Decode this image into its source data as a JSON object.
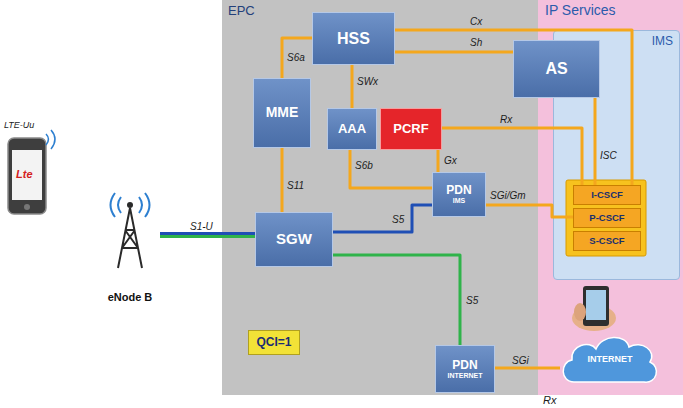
{
  "diagram": {
    "nodes": [
      {
        "text": [
          "EPC"
        ]
      },
      {
        "text": [
          "IP Services"
        ]
      },
      {
        "text": [
          "IMS"
        ],
        "in": 1
      },
      {
        "text": [
          "HSS"
        ],
        "in": 0
      },
      {
        "text": [
          "AS"
        ]
      },
      {
        "text": [
          "MME"
        ],
        "in": 0
      },
      {
        "text": [
          "AAA"
        ],
        "in": 0
      },
      {
        "text": [
          "PCRF"
        ],
        "in": 0
      },
      {
        "text": [
          "PDN",
          "IMS"
        ],
        "in": 0
      },
      {
        "text": [
          "I-CSCF"
        ],
        "in": 2
      },
      {
        "text": [
          "P-CSCF"
        ],
        "in": 2
      },
      {
        "text": [
          "S-CSCF"
        ],
        "in": 2
      },
      {
        "text": [
          "eNode B"
        ]
      },
      {
        "text": [
          "SGW"
        ],
        "in": 0
      },
      {
        "text": [
          "QCI=1"
        ],
        "in": 0
      },
      {
        "text": [
          "PDN",
          "INTERNET"
        ],
        "in": 0
      },
      {
        "text": [
          "INTERNET"
        ],
        "in": 1
      }
    ],
    "edges": [
      {
        "from": 5,
        "to": 3,
        "label": "S6a",
        "arrow": "none"
      },
      {
        "from": 3,
        "to": 9,
        "label": "Cx",
        "arrow": "none"
      },
      {
        "from": 3,
        "to": 4,
        "label": "Sh",
        "arrow": "none"
      },
      {
        "from": 3,
        "to": 6,
        "label": "SWx",
        "arrow": "none"
      },
      {
        "from": 6,
        "to": 8,
        "label": "S6b",
        "arrow": "none"
      },
      {
        "from": 7,
        "to": 8,
        "label": "Gx",
        "arrow": "none"
      },
      {
        "from": 7,
        "to": 9,
        "label": "Rx",
        "arrow": "none"
      },
      {
        "from": 4,
        "to": 9,
        "label": "ISC",
        "arrow": "none"
      },
      {
        "from": 5,
        "to": 13,
        "label": "S11",
        "arrow": "none"
      },
      {
        "from": 13,
        "to": 8,
        "label": "S5",
        "arrow": "none"
      },
      {
        "from": 13,
        "to": 15,
        "label": "S5",
        "arrow": "none"
      },
      {
        "from": 12,
        "to": 13,
        "label": "S1-U",
        "arrow": "none"
      },
      {
        "from": 8,
        "to": 10,
        "label": "SGi/Gm",
        "arrow": "none"
      },
      {
        "from": 15,
        "to": 16,
        "label": "SGi",
        "arrow": "none"
      }
    ],
    "labels": [
      "LTE-Uu",
      "Lte",
      "Rx"
    ]
  }
}
